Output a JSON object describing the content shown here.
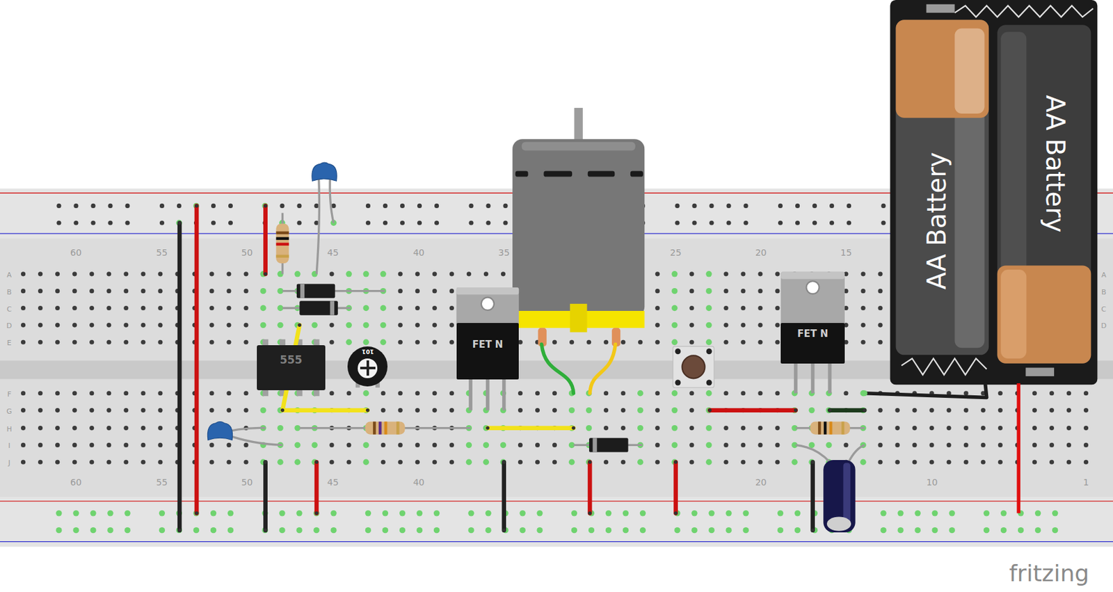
{
  "diagram": {
    "nodes": [
      {
        "text": [
          "555"
        ]
      },
      {
        "text": [
          "101"
        ]
      },
      {
        "text": [
          "FET N"
        ]
      },
      {
        "text": [
          "FET N"
        ]
      },
      {
        "text": [
          "AA Battery"
        ]
      },
      {
        "text": [
          "AA Battery"
        ]
      }
    ],
    "labels": [
      "60",
      "55",
      "50",
      "45",
      "40",
      "35",
      "25",
      "20",
      "15",
      "60",
      "55",
      "50",
      "45",
      "40",
      "20",
      "10",
      "1",
      "A",
      "B",
      "C",
      "D",
      "E",
      "F",
      "G",
      "H",
      "I",
      "J",
      "A",
      "B",
      "C",
      "D",
      "fritzing"
    ]
  }
}
